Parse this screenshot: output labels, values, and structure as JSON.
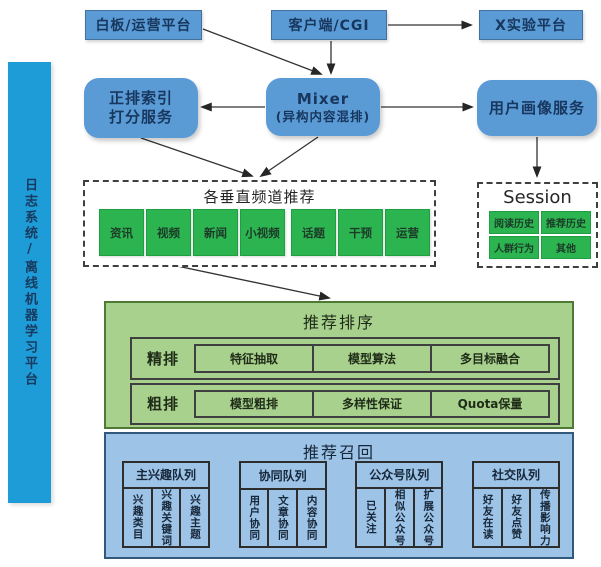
{
  "sidebar": {
    "label": "日志系统/离线机器学习平台"
  },
  "top_row": {
    "whiteboard": "白板/运营平台",
    "client": "客户端/CGI",
    "experiment": "X实验平台"
  },
  "service_row": {
    "index_line1": "正排索引",
    "index_line2": "打分服务",
    "mixer_line1": "Mixer",
    "mixer_line2": "(异构内容混排)",
    "profile": "用户画像服务"
  },
  "channels": {
    "title": "各垂直频道推荐",
    "group1": [
      "资讯",
      "视频",
      "新闻",
      "小视频"
    ],
    "group2": [
      "话题",
      "干预",
      "运营"
    ]
  },
  "session": {
    "title": "Session",
    "cells": [
      "阅读历史",
      "推荐历史",
      "人群行为",
      "其他"
    ]
  },
  "ranking": {
    "title": "推荐排序",
    "rows": [
      {
        "label": "精排",
        "cells": [
          "特征抽取",
          "模型算法",
          "多目标融合"
        ]
      },
      {
        "label": "粗排",
        "cells": [
          "模型粗排",
          "多样性保证",
          "Quota保量"
        ]
      }
    ]
  },
  "recall": {
    "title": "推荐召回",
    "queues": [
      {
        "title": "主兴趣队列",
        "items": [
          "兴趣类目",
          "兴趣关键词",
          "兴趣主题"
        ]
      },
      {
        "title": "协同队列",
        "items": [
          "用户协同",
          "文章协同",
          "内容协同"
        ]
      },
      {
        "title": "公众号队列",
        "items": [
          "已关注",
          "相似公众号",
          "扩展公众号"
        ]
      },
      {
        "title": "社交队列",
        "items": [
          "好友在读",
          "好友点赞",
          "传播影响力"
        ]
      }
    ]
  },
  "colors": {
    "node_blue": "#5b9bd5",
    "node_green": "#2cb450",
    "panel_green": "#a9d18e",
    "panel_blue": "#9dc3e6",
    "sidebar_blue": "#1e9cd7"
  }
}
